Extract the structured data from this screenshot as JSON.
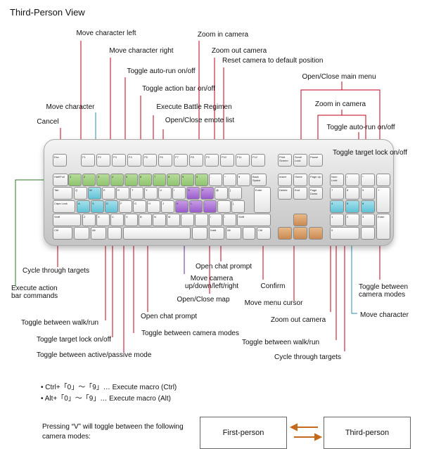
{
  "title": "Third-Person View",
  "labels": {
    "move_character_left": "Move character left",
    "move_character_right": "Move character right",
    "zoom_in_camera_top": "Zoom in camera",
    "zoom_out_camera_top": "Zoom out camera",
    "reset_camera": "Reset camera to default position",
    "toggle_auto_run_top": "Toggle auto-run on/off",
    "toggle_action_bar": "Toggle action bar on/off",
    "open_close_main_menu": "Open/Close main menu",
    "move_character_top": "Move character",
    "execute_battle_regimen": "Execute Battle Regimen",
    "zoom_in_camera_right": "Zoom in camera",
    "cancel": "Cancel",
    "open_close_emote_list": "Open/Close emote list",
    "toggle_auto_run_right": "Toggle auto-run on/off",
    "toggle_target_lock_right": "Toggle target lock on/off",
    "cycle_targets_left": "Cycle through targets",
    "execute_action_bar": "Execute action\nbar commands",
    "open_chat_prompt_right": "Open chat prompt",
    "move_camera": "Move camera\nup/down/left/right",
    "confirm": "Confirm",
    "toggle_camera_modes_right": "Toggle between\ncamera modes",
    "open_close_map": "Open/Close map",
    "move_menu_cursor": "Move menu cursor",
    "move_character_right_side": "Move character",
    "open_chat_prompt_mid": "Open chat prompt",
    "toggle_walk_run_left": "Toggle between walk/run",
    "zoom_out_camera_bottom": "Zoom out camera",
    "toggle_camera_modes_mid": "Toggle between camera modes",
    "toggle_target_lock_left": "Toggle target lock on/off",
    "toggle_walk_run_right": "Toggle between walk/run",
    "toggle_active_passive": "Toggle between active/passive mode",
    "cycle_targets_right": "Cycle through targets"
  },
  "macros": [
    "• Ctrl+「0」～「9」… Execute macro (Ctrl)",
    "• Alt+「0」～「9」…  Execute macro (Alt)"
  ],
  "note": "Pressing “V” will toggle between the following camera modes:",
  "modes": [
    "First-person",
    "Third-person"
  ],
  "keys": {
    "fn": [
      "Esc",
      "F1",
      "F2",
      "F3",
      "F4",
      "F5",
      "F6",
      "F7",
      "F8",
      "F9",
      "F10",
      "F11",
      "F12",
      "Print Screen",
      "Scroll Lock",
      "Pause"
    ],
    "num_row": [
      "Half/Full",
      "1",
      "2",
      "3",
      "4",
      "5",
      "6",
      "7",
      "8",
      "9",
      "0",
      "-",
      "^",
      "¥",
      "Back Space"
    ],
    "q_row": [
      "Tab",
      "Q",
      "W",
      "E",
      "R",
      "T",
      "Y",
      "U",
      "I",
      "O",
      "P",
      "@",
      "[",
      "Enter"
    ],
    "a_row": [
      "Caps Lock",
      "A",
      "S",
      "D",
      "F",
      "G",
      "H",
      "J",
      "K",
      "L",
      ";",
      ":",
      "]"
    ],
    "z_row": [
      "Shift",
      "Z",
      "X",
      "C",
      "V",
      "B",
      "N",
      "M",
      ",",
      ".",
      "/",
      "\\",
      "Shift"
    ],
    "bottom_row": [
      "Ctrl",
      "",
      "Alt",
      "",
      "",
      "",
      "Kata",
      "Alt",
      "",
      "Ctrl"
    ],
    "nav": [
      "Insert",
      "Home",
      "Page Up",
      "Delete",
      "End",
      "Page Down"
    ],
    "numpad": [
      "Num Lock",
      "/",
      "*",
      "-",
      "7",
      "8",
      "9",
      "+",
      "4",
      "5",
      "6",
      "1",
      "2",
      "3",
      "Enter",
      "0",
      "."
    ]
  },
  "colors": {
    "line_red": "#c0001a",
    "line_blue": "#2b8db3",
    "line_green": "#2f7a2a",
    "line_purple": "#6a2a9a",
    "arrow_orange": "#c46a1a",
    "key_green": "#8ec46e",
    "key_cyan": "#62c2d6",
    "key_purple": "#9a5ccc",
    "key_orange": "#c98a52"
  }
}
